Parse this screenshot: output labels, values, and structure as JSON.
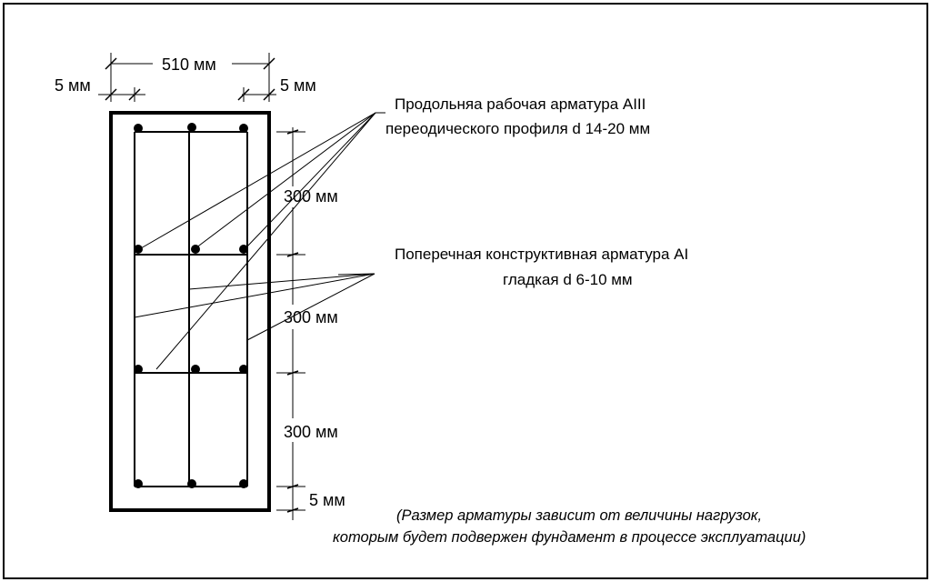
{
  "colors": {
    "ink": "#000000",
    "paper": "#ffffff"
  },
  "dimensions": {
    "width": "510 мм",
    "cover_left": "5 мм",
    "cover_right": "5 мм",
    "spacing_1": "300 мм",
    "spacing_2": "300 мм",
    "spacing_3": "300 мм",
    "cover_bottom": "5 мм"
  },
  "callouts": {
    "longitudinal": {
      "line1": "Продольняа рабочая арматура AIII",
      "line2": "переодического профиля d 14-20 мм"
    },
    "transverse": {
      "line1": "Поперечная конструктивная арматура AI",
      "line2": "гладкая d 6-10 мм"
    }
  },
  "note": {
    "line1": "(Размер арматуры зависит от величины нагрузок,",
    "line2": "которым будет подвержен фундамент в процессе эксплуатации)"
  }
}
